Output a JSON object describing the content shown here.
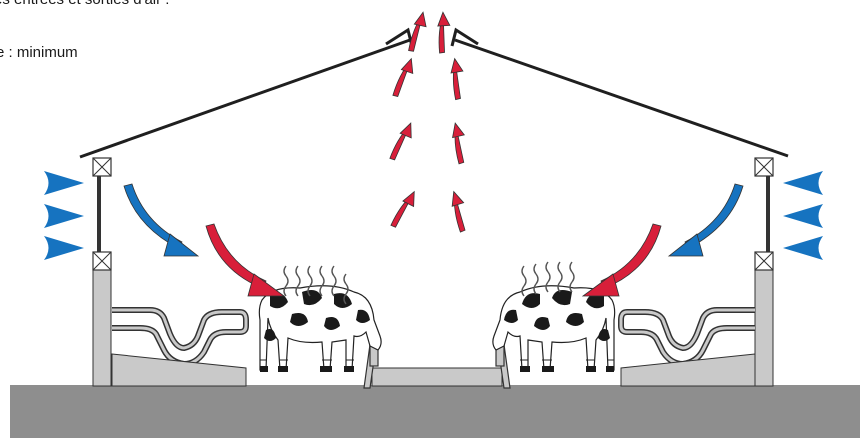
{
  "caption": {
    "line1": "es entrées et sorties d'air :",
    "line2": "e : minimum"
  },
  "colors": {
    "roof": "#1f1f1f",
    "wall": "#c9c9c9",
    "floor": "#8e8e8e",
    "outline": "#333333",
    "inflow_arrow": "#1673c0",
    "heat_arrow": "#d81f3a",
    "vapor": "#555555"
  },
  "icons": {
    "inlet": "blue-triangle-arrow",
    "inflow": "blue-curved-arrow",
    "heat": "red-curved-arrow",
    "vapor": "wavy-lines",
    "animal": "cow"
  }
}
